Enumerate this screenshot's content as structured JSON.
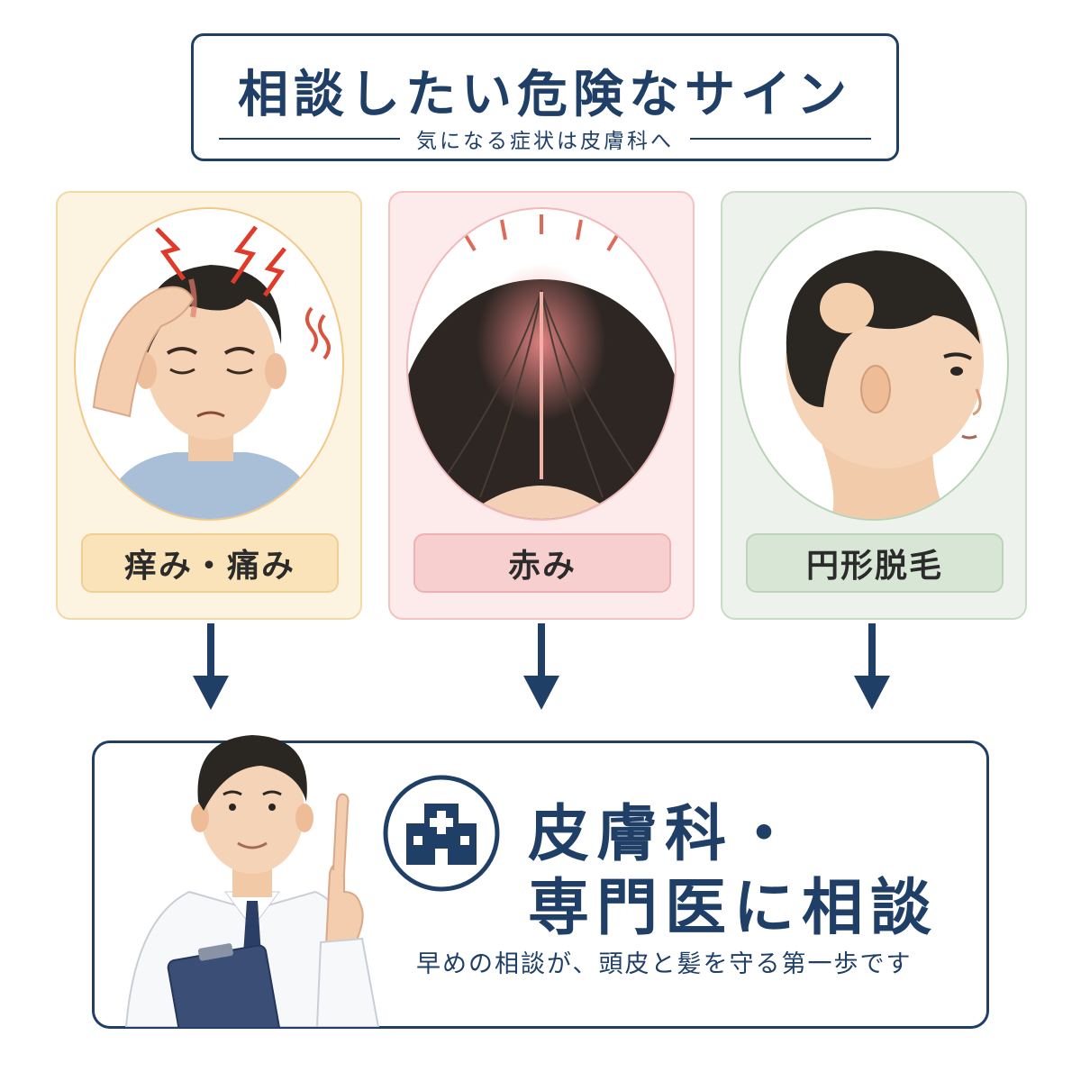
{
  "header": {
    "title": "相談したい危険なサイン",
    "subtitle": "気になる症状は皮膚科へ"
  },
  "symptoms": [
    {
      "label": "痒み・痛み",
      "icon": "itchy-scalp-illustration",
      "accent": "#fae3b8"
    },
    {
      "label": "赤み",
      "icon": "red-scalp-illustration",
      "accent": "#f8cfcf"
    },
    {
      "label": "円形脱毛",
      "icon": "alopecia-areata-illustration",
      "accent": "#d8e6d6"
    }
  ],
  "cta": {
    "line1": "皮膚科・",
    "line2": "専門医に相談",
    "subtext": "早めの相談が、頭皮と髪を守る第一歩です",
    "icon": "hospital-icon"
  },
  "colors": {
    "navy": "#1f3f66"
  }
}
